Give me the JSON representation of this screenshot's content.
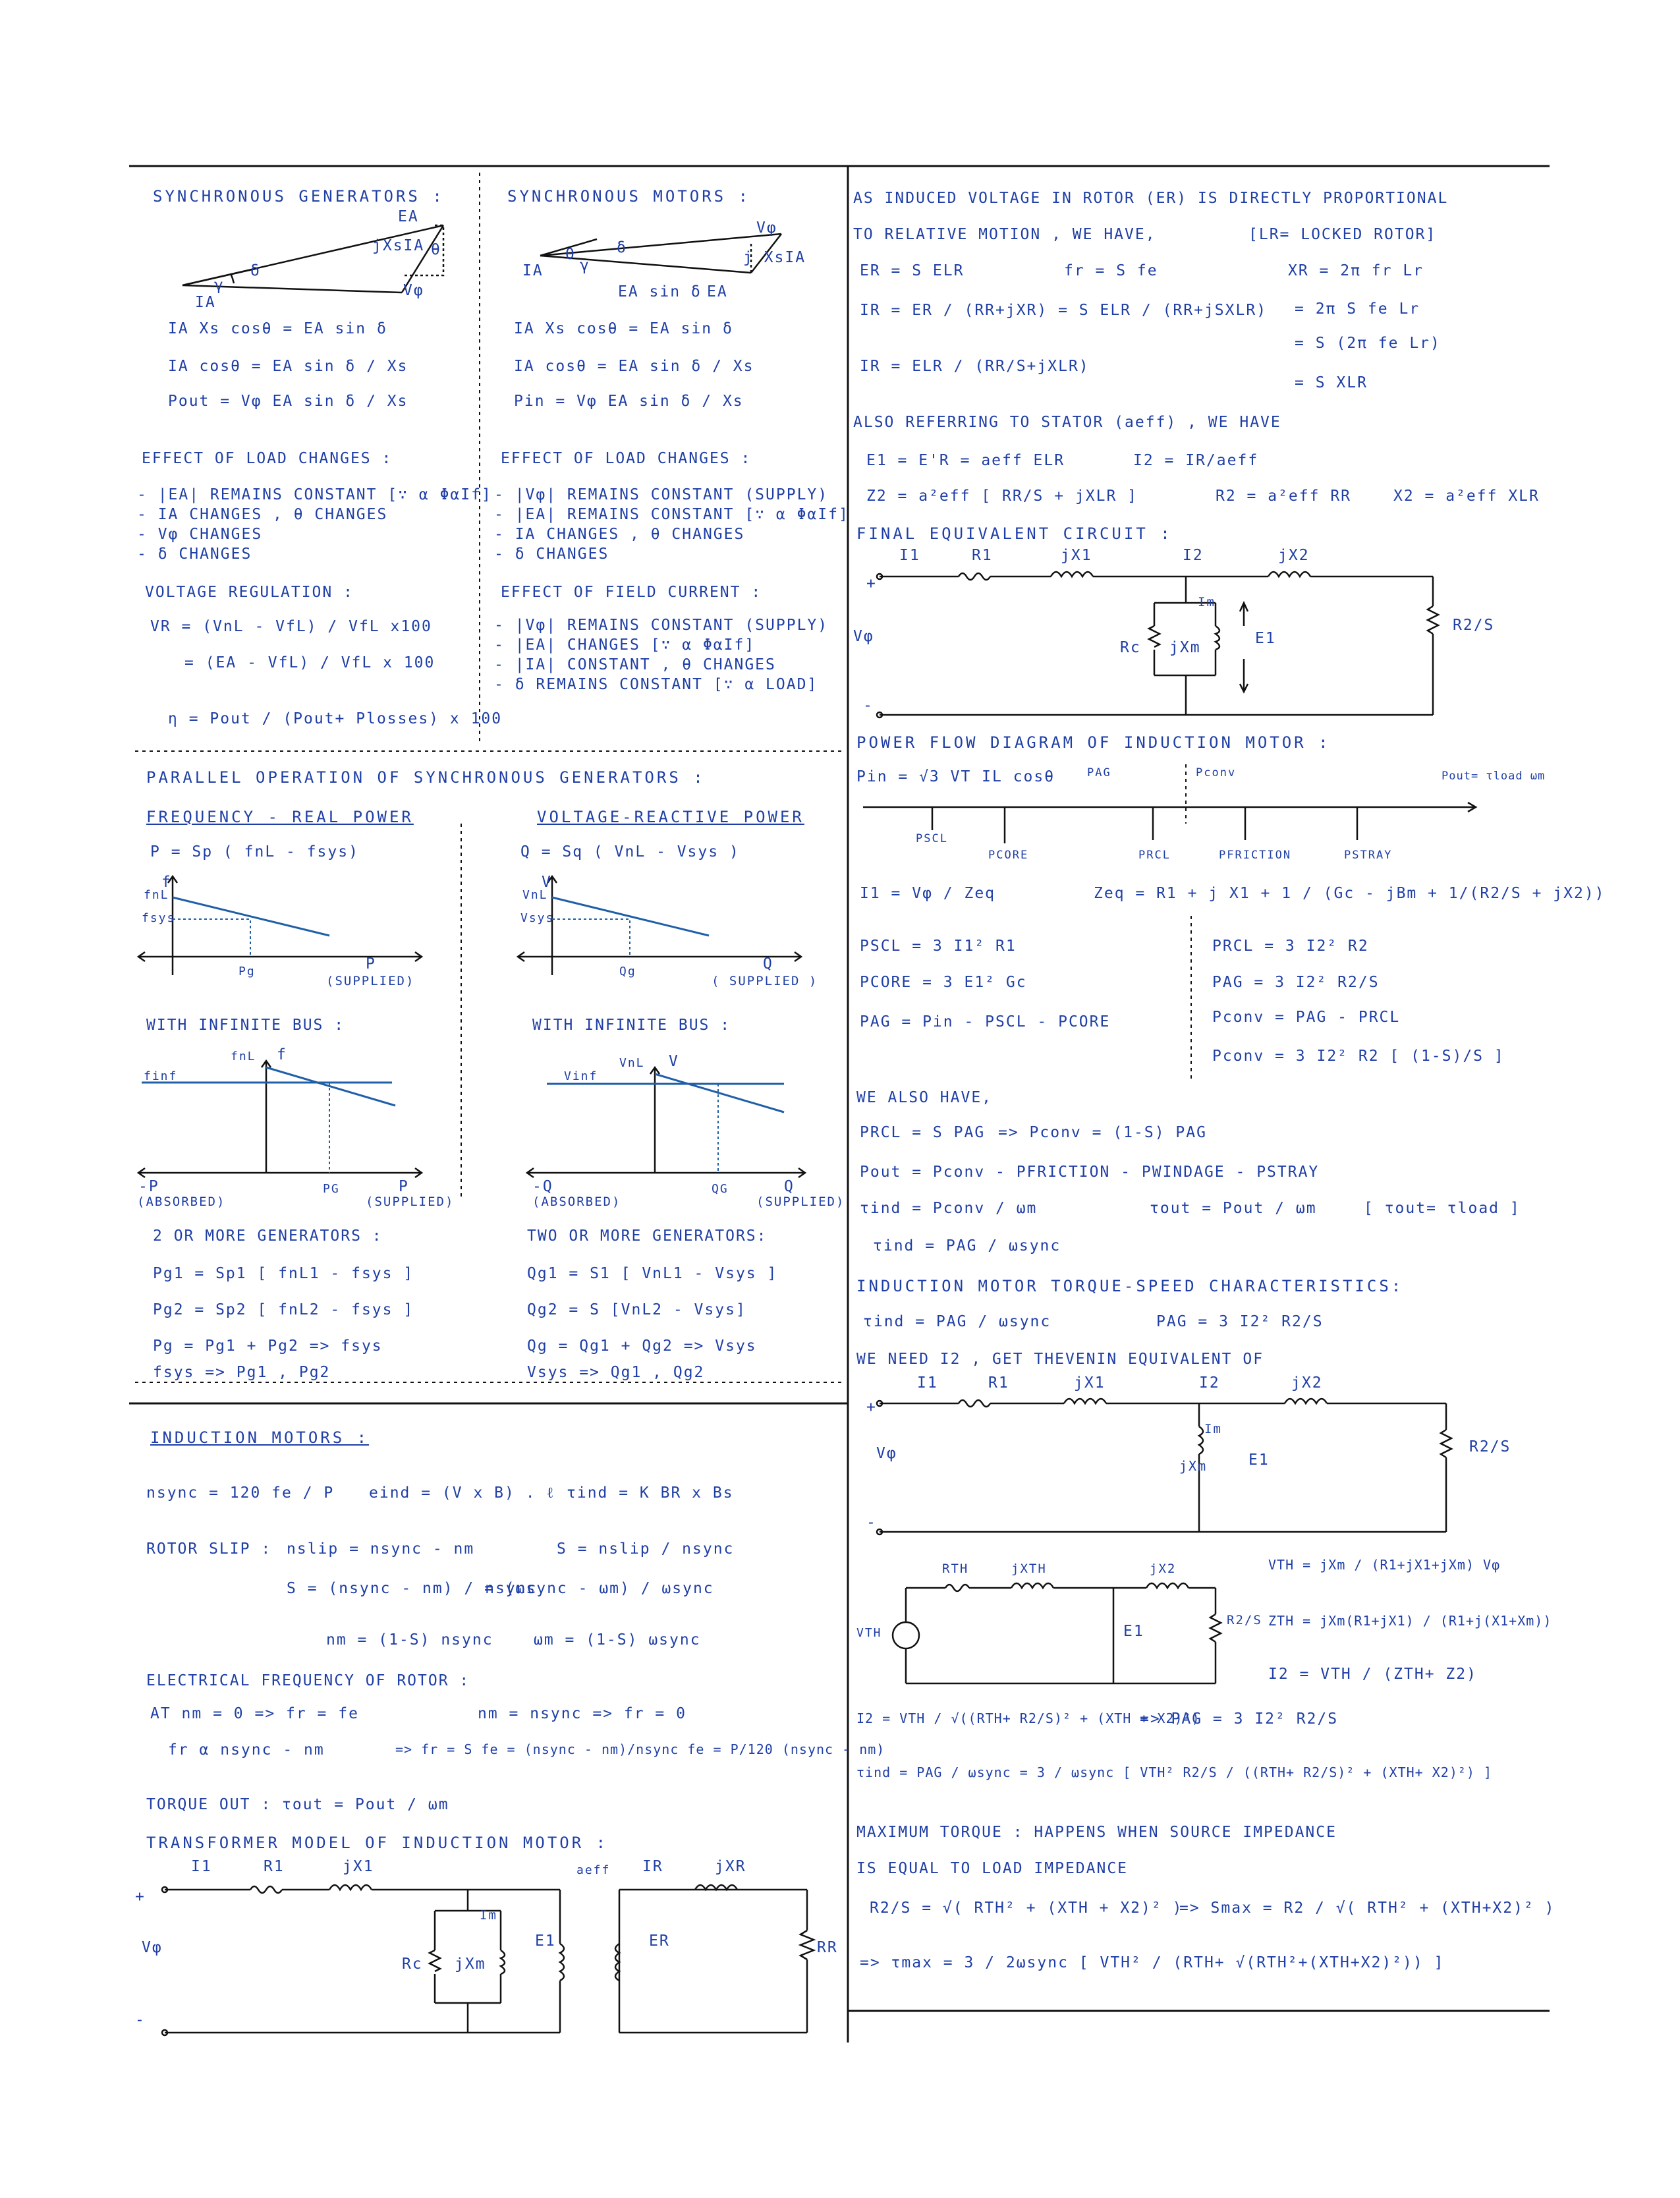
{
  "sync_gen": {
    "title": "SYNCHRONOUS GENERATORS :",
    "phasor": {
      "ea": "EA",
      "jxsia": "jXsIA",
      "vphi": "Vφ",
      "ia": "IA",
      "delta": "δ",
      "theta": "θ",
      "gamma": "γ"
    },
    "eq1": "IA Xs cosθ =  EA sin δ",
    "eq2": "IA cosθ  =  EA sin δ / Xs",
    "eq3": "Pout =  Vφ EA sin δ / Xs",
    "load_title": "EFFECT OF LOAD CHANGES :",
    "load_items": [
      "- |EA| REMAINS CONSTANT [∵ α ΦαIf]",
      "- IA CHANGES , θ CHANGES",
      "- Vφ CHANGES",
      "- δ CHANGES"
    ],
    "vr_title": "VOLTAGE REGULATION :",
    "vr1": "VR = (VnL - VfL) / VfL  x100",
    "vr2": "=  (EA - VfL) / VfL  x 100",
    "eff": "η =  Pout / (Pout+ Plosses)  x 100"
  },
  "sync_mot": {
    "title": "SYNCHRONOUS MOTORS :",
    "phasor": {
      "vphi": "Vφ",
      "jxsia": "j XsIA",
      "ia": "IA",
      "ea": "EA",
      "easind": "EA sin δ",
      "delta": "δ",
      "theta": "θ",
      "gamma": "γ"
    },
    "eq1": "IA Xs cosθ =  EA sin δ",
    "eq2": "IA cosθ  =  EA sin δ / Xs",
    "eq3": "Pin  =  Vφ EA sin δ / Xs",
    "load_title": "EFFECT OF LOAD CHANGES :",
    "load_items": [
      "- |Vφ| REMAINS CONSTANT (SUPPLY)",
      "- |EA| REMAINS CONSTANT [∵ α ΦαIf]",
      "- IA CHANGES , θ CHANGES",
      "- δ CHANGES"
    ],
    "field_title": "EFFECT OF FIELD CURRENT :",
    "field_items": [
      "- |Vφ| REMAINS CONSTANT (SUPPLY)",
      "- |EA| CHANGES   [∵ α ΦαIf]",
      "- |IA| CONSTANT , θ CHANGES",
      "- δ REMAINS CONSTANT [∵ α LOAD]"
    ]
  },
  "parallel": {
    "title": "PARALLEL OPERATION OF SYNCHRONOUS GENERATORS :",
    "left_title": "FREQUENCY - REAL POWER",
    "right_title": "VOLTAGE-REACTIVE POWER",
    "p_eq": "P  =  Sp ( fnL - fsys)",
    "q_eq": "Q  =  Sq ( VnL - Vsys )",
    "g1": {
      "y": "f",
      "ynl": "fnL",
      "ysys": "fsys",
      "x": "P",
      "xmark": "Pg",
      "sup": "(SUPPLIED)"
    },
    "g2": {
      "y": "V",
      "ynl": "VnL",
      "ysys": "Vsys",
      "x": "Q",
      "xmark": "Qg",
      "sup": "( SUPPLIED )"
    },
    "inf_title": "WITH INFINITE BUS :",
    "g3": {
      "y": "f",
      "ynl": "fnL",
      "yinf": "finf",
      "xneg": "-P",
      "xpos": "P",
      "xmark": "PG",
      "abs": "(ABSORBED)",
      "sup": "(SUPPLIED)"
    },
    "g4": {
      "y": "V",
      "ynl": "VnL",
      "yinf": "Vinf",
      "xneg": "-Q",
      "xpos": "Q",
      "xmark": "QG",
      "abs": "(ABSORBED)",
      "sup": "(SUPPLIED)"
    },
    "multi_left_title": "2 OR MORE GENERATORS :",
    "multi_left": [
      "Pg1 =  Sp1 [ fnL1 -  fsys ]",
      "Pg2 =  Sp2 [ fnL2 -  fsys ]",
      "Pg  =  Pg1 + Pg2   => fsys",
      "fsys =>  Pg1 , Pg2"
    ],
    "multi_right_title": "TWO OR MORE GENERATORS:",
    "multi_right": [
      "Qg1 =  S1 [ VnL1 - Vsys ]",
      "Qg2 =  S  [VnL2 - Vsys]",
      "Qg  =  Qg1 + Qg2  => Vsys",
      "Vsys =>  Qg1 , Qg2"
    ]
  },
  "induction": {
    "title": "INDUCTION MOTORS :",
    "nsync": "nsync =  120 fe / P",
    "eind": "eind =  (V x B) . ℓ",
    "tind": "τind =  K BR x Bs",
    "slip_lbl": "ROTOR SLIP :",
    "slip1": "nslip =  nsync - nm",
    "slip2": "S =  nslip / nsync",
    "slip3": "S =  (nsync - nm) / nsync",
    "slip4": "=  (ωsync - ωm) / ωsync",
    "nm": "nm =  (1-S) nsync",
    "wm": "ωm = (1-S) ωsync",
    "elec_title": "ELECTRICAL FREQUENCY OF ROTOR :",
    "at": "AT   nm = 0   =>  fr = fe",
    "at2": "nm = nsync  =>  fr = 0",
    "fr": "fr α  nsync - nm",
    "fr2": "=> fr = S fe = (nsync - nm)/nsync fe = P/120 (nsync - nm)",
    "torque": "TORQUE OUT  :   τout =  Pout / ωm",
    "xfmr_title": "TRANSFORMER MODEL OF INDUCTION MOTOR :",
    "circ": {
      "i1": "I1",
      "r1": "R1",
      "jx1": "jX1",
      "aeff": "aeff",
      "ir": "IR",
      "jxr": "jXR",
      "vp": "Vφ",
      "rc": "Rc",
      "jxm": "jXm",
      "im": "Im",
      "e1": "E1",
      "er": "ER",
      "rr": "RR",
      "plus": "+",
      "minus": "-"
    }
  },
  "right": {
    "l1": "AS INDUCED VOLTAGE IN ROTOR (ER) IS DIRECTLY PROPORTIONAL",
    "l2": "TO RELATIVE MOTION , WE HAVE,",
    "l2b": "[LR= LOCKED ROTOR]",
    "er": "ER =  S ELR",
    "frf": "fr = S fe",
    "xr": "XR =  2π fr Lr",
    "xr2": "=  2π S fe Lr",
    "xr3": "=  S (2π fe Lr)",
    "xr4": "=  S XLR",
    "ir1": "IR =  ER / (RR+jXR)  =  S ELR / (RR+jSXLR)",
    "ir2": "IR =  ELR / (RR/S+jXLR)",
    "also": "ALSO   REFERRING TO  STATOR  (aeff) , WE HAVE",
    "e1": "E1 =  E'R = aeff ELR",
    "i2": "I2 = IR/aeff",
    "z2": "Z2 =  a²eff [ RR/S + jXLR ]",
    "r2": "R2 =  a²eff RR",
    "x2": "X2 = a²eff XLR",
    "fec": "FINAL EQUIVALENT CIRCUIT :",
    "c1": {
      "i1": "I1",
      "r1": "R1",
      "jx1": "jX1",
      "i2": "I2",
      "jx2": "jX2",
      "vp": "Vφ",
      "rc": "Rc",
      "jxm": "jXm",
      "im": "Im",
      "e1": "E1",
      "r2s": "R2/S",
      "plus": "+",
      "minus": "-"
    },
    "pfd": "POWER FLOW DIAGRAM OF INDUCTION MOTOR :",
    "pin": "Pin =  √3 VT IL cosθ",
    "pag": "PAG",
    "pconv": "Pconv",
    "pout": "Pout= τload ωm",
    "pscl": "PSCL",
    "pcore": "PCORE",
    "prcl": "PRCL",
    "pfric": "PFRICTION",
    "pstray": "PSTRAY",
    "i1eq": "I1  =  Vφ / Zeq",
    "zeq": "Zeq =  R1 + j X1 +  1 / (Gc - jBm  +  1/(R2/S + jX2))",
    "pscleq": "PSCL =  3 I1² R1",
    "pcoreq": "PCORE =  3 E1² Gc",
    "pageq": "PAG  =   Pin - PSCL - PCORE",
    "prcleq": "PRCL = 3 I2² R2",
    "pageq2": "PAG = 3 I2² R2/S",
    "pconveq": "Pconv =  PAG - PRCL",
    "pconveq2": "Pconv =  3 I2² R2 [ (1-S)/S ]",
    "wealso": "WE ALSO HAVE,",
    "prcl2": "PRCL =  S PAG",
    "pconv3": "=>   Pconv =  (1-S) PAG",
    "pout2": "Pout =   Pconv - PFRICTION - PWINDAGE - PSTRAY",
    "tind1": "τind =  Pconv / ωm",
    "tout1": "τout =  Pout / ωm",
    "tout2": "[ τout= τload ]",
    "tind2": "τind  =  PAG / ωsync",
    "tsc": "INDUCTION MOTOR TORQUE-SPEED CHARACTERISTICS:",
    "tind3": "τind =   PAG / ωsync",
    "pag3": "PAG =  3 I2² R2/S",
    "need": "WE NEED  I2   ,  GET  THEVENIN EQUIVALENT  OF",
    "c2": {
      "i1": "I1",
      "r1": "R1",
      "jx1": "jX1",
      "i2": "I2",
      "jx2": "jX2",
      "vp": "Vφ",
      "jxm": "jXm",
      "im": "Im",
      "e1": "E1",
      "r2s": "R2/S",
      "plus": "+",
      "minus": "-"
    },
    "c3": {
      "rth": "RTH",
      "jxth": "jXTH",
      "jx2": "jX2",
      "vth": "VTH",
      "e1": "E1",
      "r2s": "R2/S"
    },
    "vth": "VTH =  jXm / (R1+jX1+jXm)  Vφ",
    "zth": "ZTH =  jXm(R1+jX1) / (R1+j(X1+Xm))",
    "i2th": "I2 =   VTH / (ZTH+ Z2)",
    "i2b": "I2 =   VTH / √((RTH+ R2/S)² + (XTH + X2)²)",
    "pag4": "=>   PAG  =  3 I2² R2/S",
    "tind4": "τind =  PAG / ωsync  =  3 / ωsync  [ VTH² R2/S / ((RTH+ R2/S)² + (XTH+ X2)²) ]",
    "maxt": "MAXIMUM TORQUE  :   HAPPENS  WHEN  SOURCE IMPEDANCE",
    "equal": "IS EQUAL TO LOAD IMPEDANCE",
    "smax1": "R2/S  =  √( RTH² + (XTH + X2)² )",
    "smax2": "=> Smax =   R2 / √( RTH² + (XTH+X2)² )",
    "tmax": "=> τmax =  3 / 2ωsync  [ VTH² / (RTH+ √(RTH²+(XTH+X2)²)) ]"
  }
}
